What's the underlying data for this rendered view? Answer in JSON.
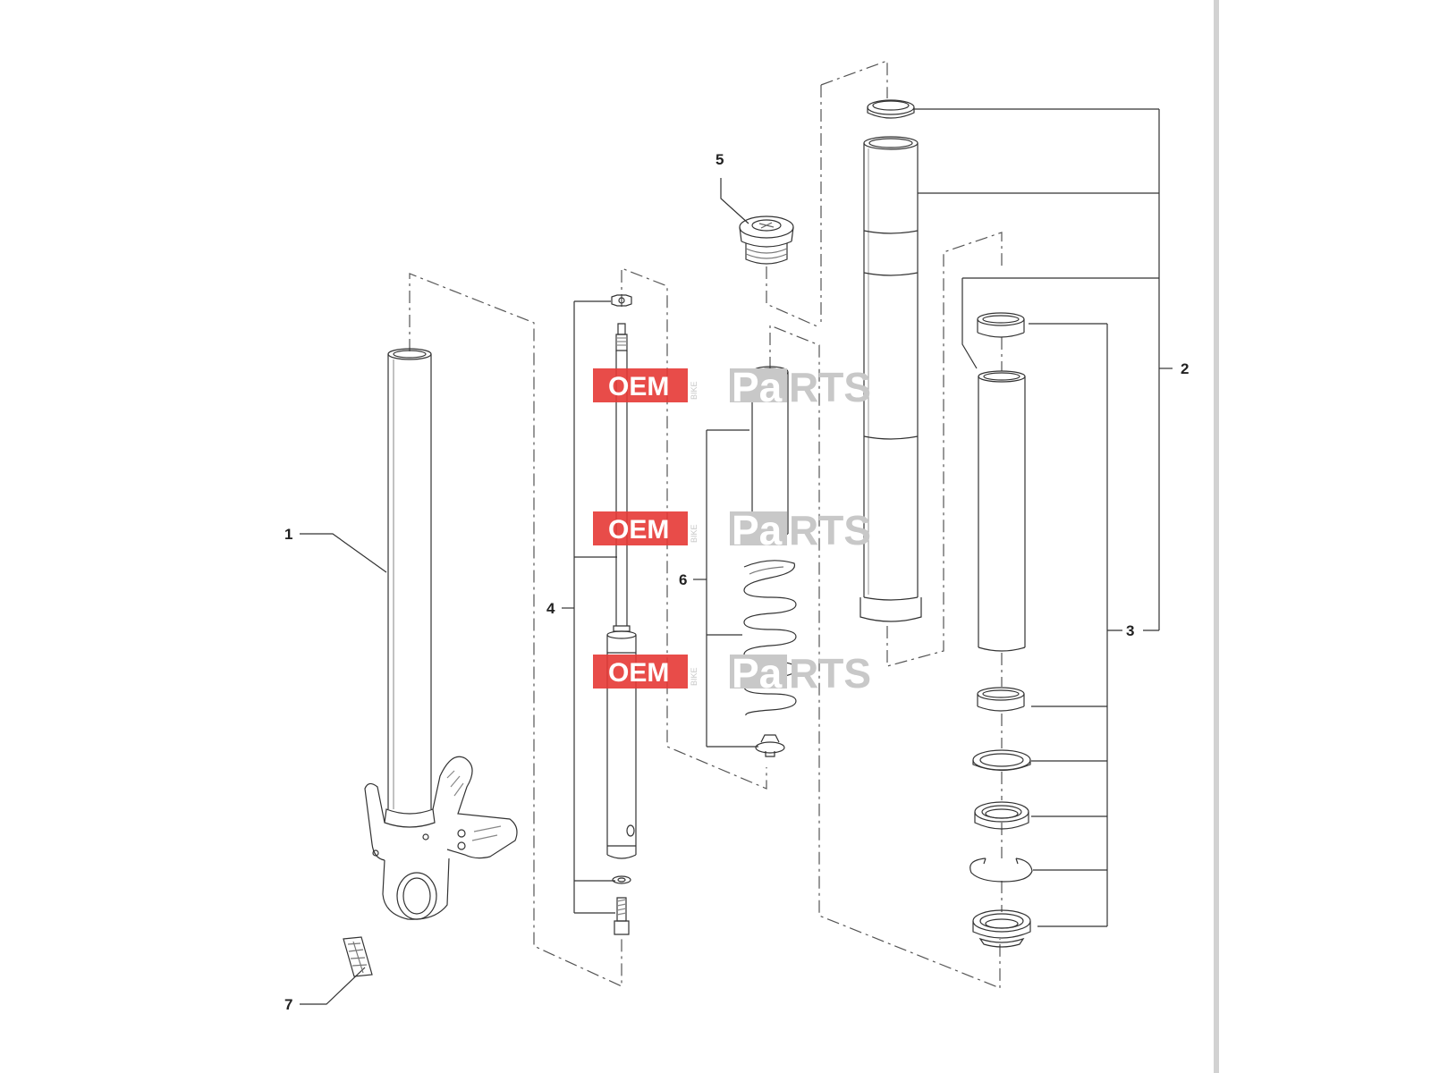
{
  "callouts": {
    "c1": "1",
    "c2": "2",
    "c3": "3",
    "c4": "4",
    "c5": "5",
    "c6": "6",
    "c7": "7"
  },
  "watermark": {
    "oem": "OEM",
    "bike": "BIKE",
    "pa": "Pa",
    "rts": "RTS"
  },
  "colors": {
    "line": "#333333",
    "watermark_red": "#e53935",
    "watermark_grey": "#c8c8c8",
    "scrollbar": "#d2d2d2"
  }
}
